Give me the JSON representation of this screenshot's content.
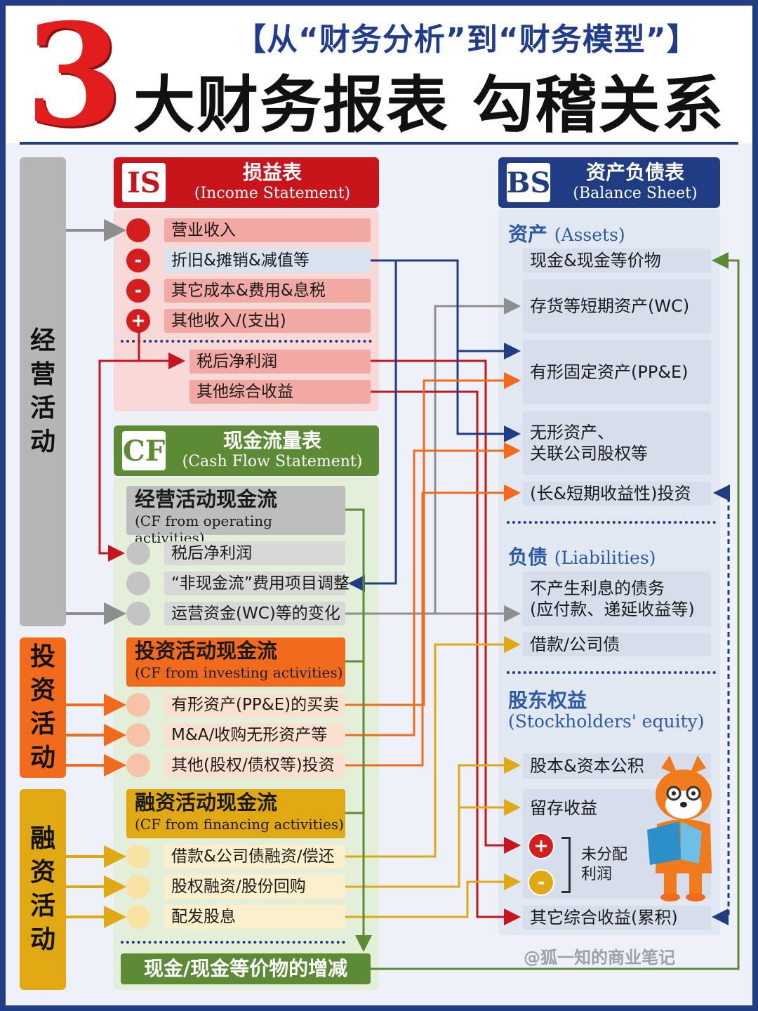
{
  "title": {
    "subtitle": "【从“财务分析”到“财务模型”】",
    "number": "3",
    "main": "大财务报表 勾稽关系"
  },
  "sidebar": {
    "operating": "经营活动",
    "investing": "投资活动",
    "financing": "融资活动"
  },
  "income_statement": {
    "code": "IS",
    "title_cn": "损益表",
    "title_en": "(Income Statement)",
    "rows": [
      "营业收入",
      "折旧&摊销&减值等",
      "其它成本&费用&息税",
      "其他收入/(支出)"
    ],
    "signs": [
      "",
      "-",
      "-",
      "+"
    ],
    "results": [
      "税后净利润",
      "其他综合收益"
    ]
  },
  "cash_flow": {
    "code": "CF",
    "title_cn": "现金流量表",
    "title_en": "(Cash Flow Statement)",
    "operating": {
      "title": "经营活动现金流",
      "en": "(CF from operating activities)",
      "rows": [
        "税后净利润",
        "“非现金流”费用项目调整",
        "运营资金(WC)等的变化"
      ]
    },
    "investing": {
      "title": "投资活动现金流",
      "en": "(CF from investing activities)",
      "rows": [
        "有形资产(PP&E)的买卖",
        "M&A/收购无形资产等",
        "其他(股权/债权等)投资"
      ]
    },
    "financing": {
      "title": "融资活动现金流",
      "en": "(CF from financing activities)",
      "rows": [
        "借款&公司债融资/偿还",
        "股权融资/股份回购",
        "配发股息"
      ]
    },
    "total": "现金/现金等价物的增减"
  },
  "balance_sheet": {
    "code": "BS",
    "title_cn": "资产负债表",
    "title_en": "(Balance Sheet)",
    "assets_label": "资产",
    "assets_en": "(Assets)",
    "assets": [
      "现金&现金等价物",
      "存货等短期资产(WC)",
      "有形固定资产(PP&E)",
      "无形资产、",
      "关联公司股权等",
      "(长&短期收益性)投资"
    ],
    "liabilities_label": "负债",
    "liabilities_en": "(Liabilities)",
    "liabilities": [
      "不产生利息的债务",
      "(应付款、递延收益等)",
      "借款/公司债"
    ],
    "equity_label": "股东权益",
    "equity_en": "(Stockholders' equity)",
    "equity": [
      "股本&资本公积",
      "留存收益",
      "未分配",
      "利润",
      "其它综合收益(累积)"
    ],
    "plus": "+",
    "minus": "-"
  },
  "watermark": "@狐一知的商业笔记",
  "colors": {
    "navy": "#203c82",
    "red": "#c8141b",
    "green": "#5d8a35",
    "orange": "#f26a1b",
    "gold": "#e0a812",
    "gray": "#a0a0a0"
  }
}
